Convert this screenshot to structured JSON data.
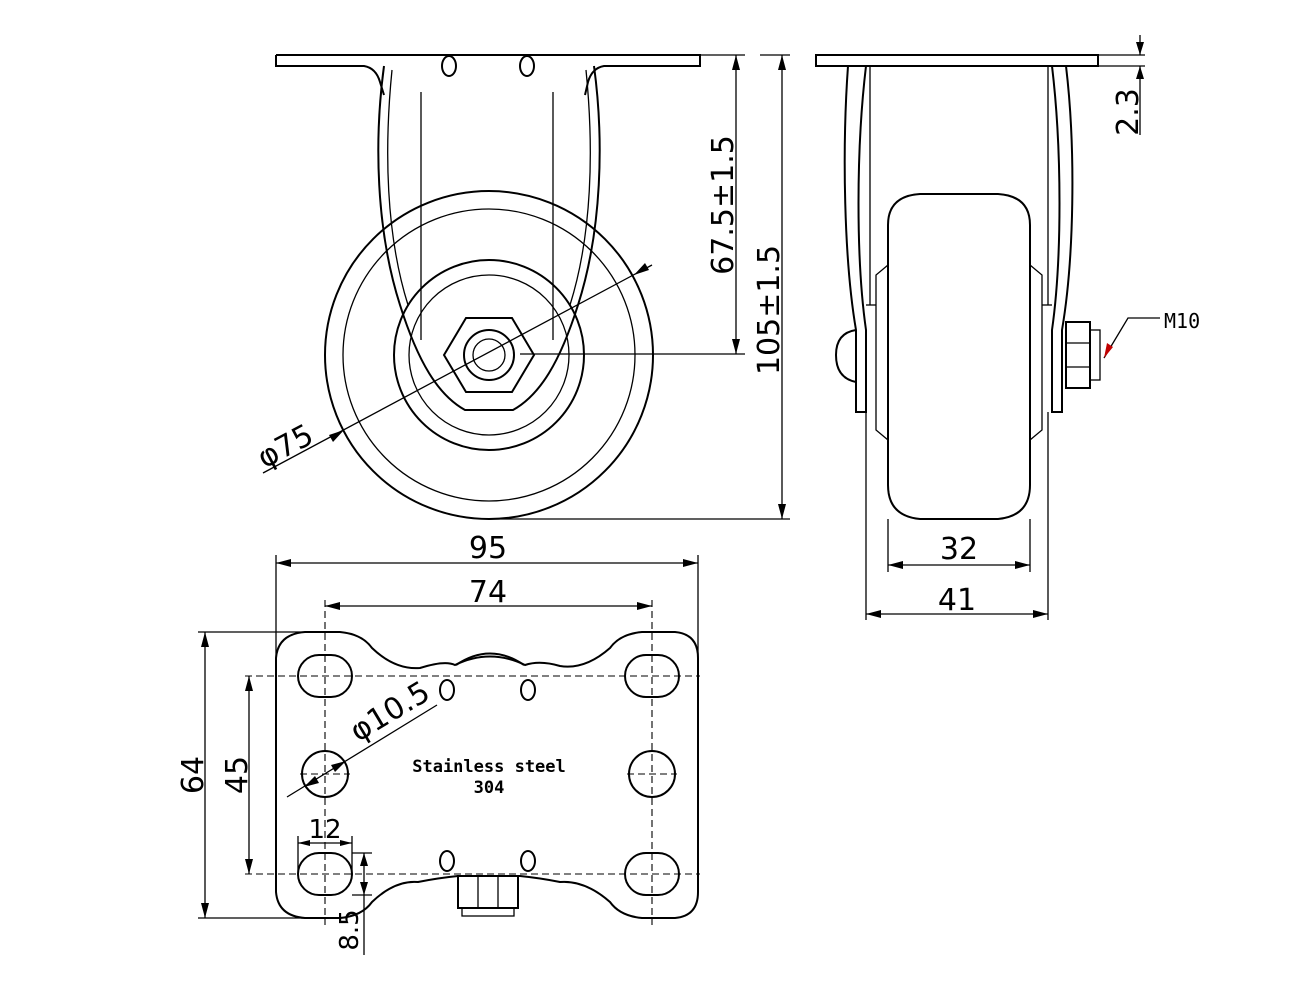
{
  "dimensions": {
    "front": {
      "axle_height": "67.5±1.5",
      "total_height": "105±1.5",
      "wheel_diameter": "φ75"
    },
    "side": {
      "plate_thickness": "2.3",
      "wheel_width": "32",
      "overall_width": "41",
      "bolt": "M10"
    },
    "plate": {
      "length": "95",
      "hole_spacing_x": "74",
      "width": "64",
      "hole_spacing_y": "45",
      "hole_diameter": "φ10.5",
      "slot_length": "12",
      "slot_width": "8.5"
    }
  },
  "note": {
    "line1": "Stainless steel",
    "line2": "304"
  }
}
